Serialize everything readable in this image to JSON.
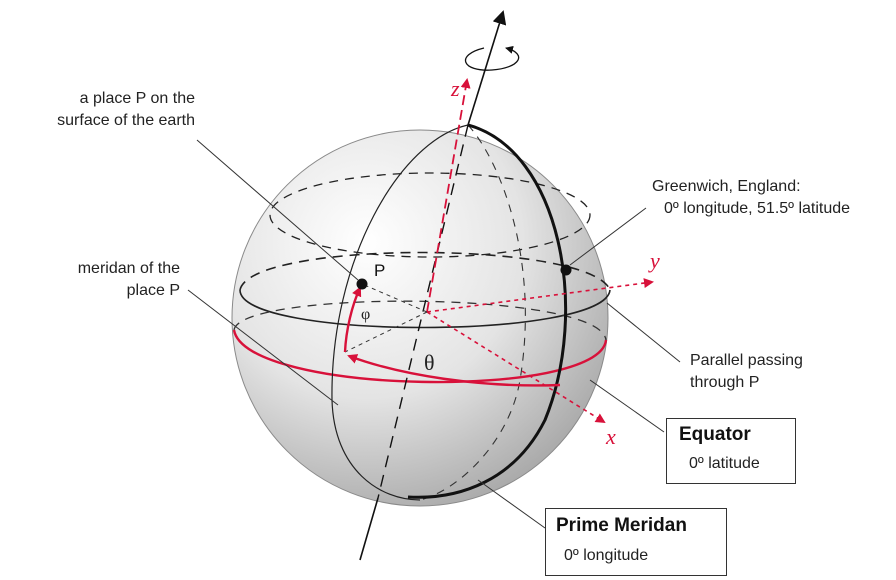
{
  "labels": {
    "place_p": [
      "a place P on the",
      "surface of the earth"
    ],
    "meridian_p": [
      "meridan of the",
      "place P"
    ],
    "greenwich": [
      "Greenwich, England:",
      "0º longitude, 51.5º latitude"
    ],
    "parallel": [
      "Parallel passing",
      "through P"
    ],
    "point_p": "P"
  },
  "axes": {
    "z": "z",
    "y": "y",
    "x": "x"
  },
  "angles": {
    "theta": "θ",
    "phi": "φ"
  },
  "equator_box": {
    "title": "Equator",
    "subtitle": "0º latitude"
  },
  "prime_box": {
    "title": "Prime Meridan",
    "subtitle": "0º longitude"
  },
  "colors": {
    "accent": "#d8113a",
    "line": "#111111"
  }
}
